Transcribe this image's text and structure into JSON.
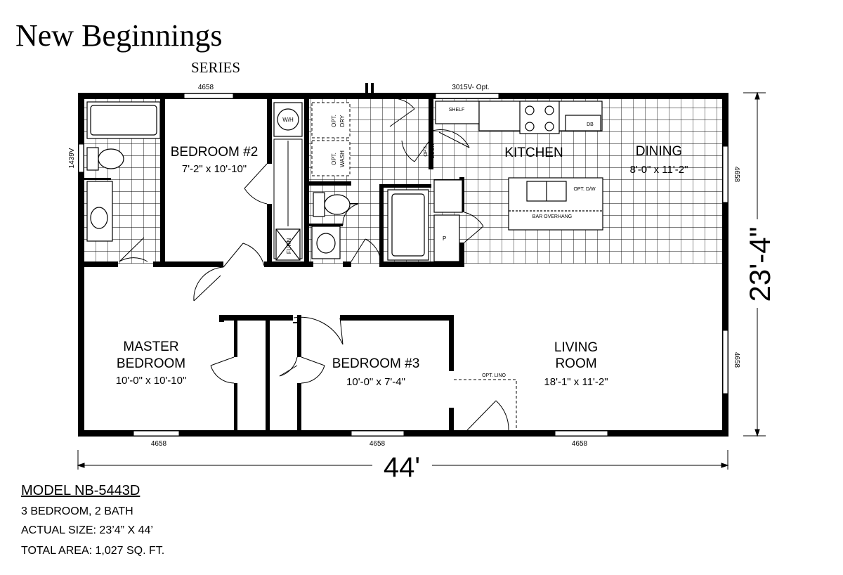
{
  "brand": {
    "title": "New Beginnings",
    "subtitle": "SERIES"
  },
  "rooms": {
    "bedroom2": {
      "name": "BEDROOM #2",
      "size": "7'-2\" x 10'-10\""
    },
    "kitchen": {
      "name": "KITCHEN"
    },
    "dining": {
      "name": "DINING",
      "size": "8'-0\" x 11'-2\""
    },
    "master": {
      "name_line1": "MASTER",
      "name_line2": "BEDROOM",
      "size": "10'-0\" x 10'-10\""
    },
    "bedroom3": {
      "name": "BEDROOM #3",
      "size": "10'-0\" x 7'-4\""
    },
    "living": {
      "name_line1": "LIVING",
      "name_line2": "ROOM",
      "size": "18'-1\" x 11'-2\""
    }
  },
  "fixtures": {
    "water_heater": "W/H",
    "dryer_line1": "OPT.",
    "dryer_line2": "DRY",
    "washer_line1": "OPT.",
    "washer_line2": "WASH",
    "furnace": "FURN",
    "pantry": "P",
    "shelf": "SHELF",
    "dishwasher": "DB",
    "opt_dw": "OPT. D/W",
    "bar": "BAR OVERHANG",
    "opt_door_line1": "OPT.",
    "opt_door_line2": "DOOR",
    "opt_lino": "OPT. LINO"
  },
  "windows": {
    "top_left": "4658",
    "top_right": "3015V- Opt.",
    "left": "1439V",
    "right_top": "4658",
    "right_bottom": "4658",
    "bottom_1": "4658",
    "bottom_2": "4658",
    "bottom_3": "4658"
  },
  "dimensions": {
    "width": "44'",
    "depth": "23'-4\""
  },
  "model": {
    "name": "MODEL NB-5443D",
    "beds_baths": "3 BEDROOM, 2 BATH",
    "actual_size": "ACTUAL SIZE: 23’4” X 44’",
    "total_area": "TOTAL AREA: 1,027 SQ. FT."
  }
}
